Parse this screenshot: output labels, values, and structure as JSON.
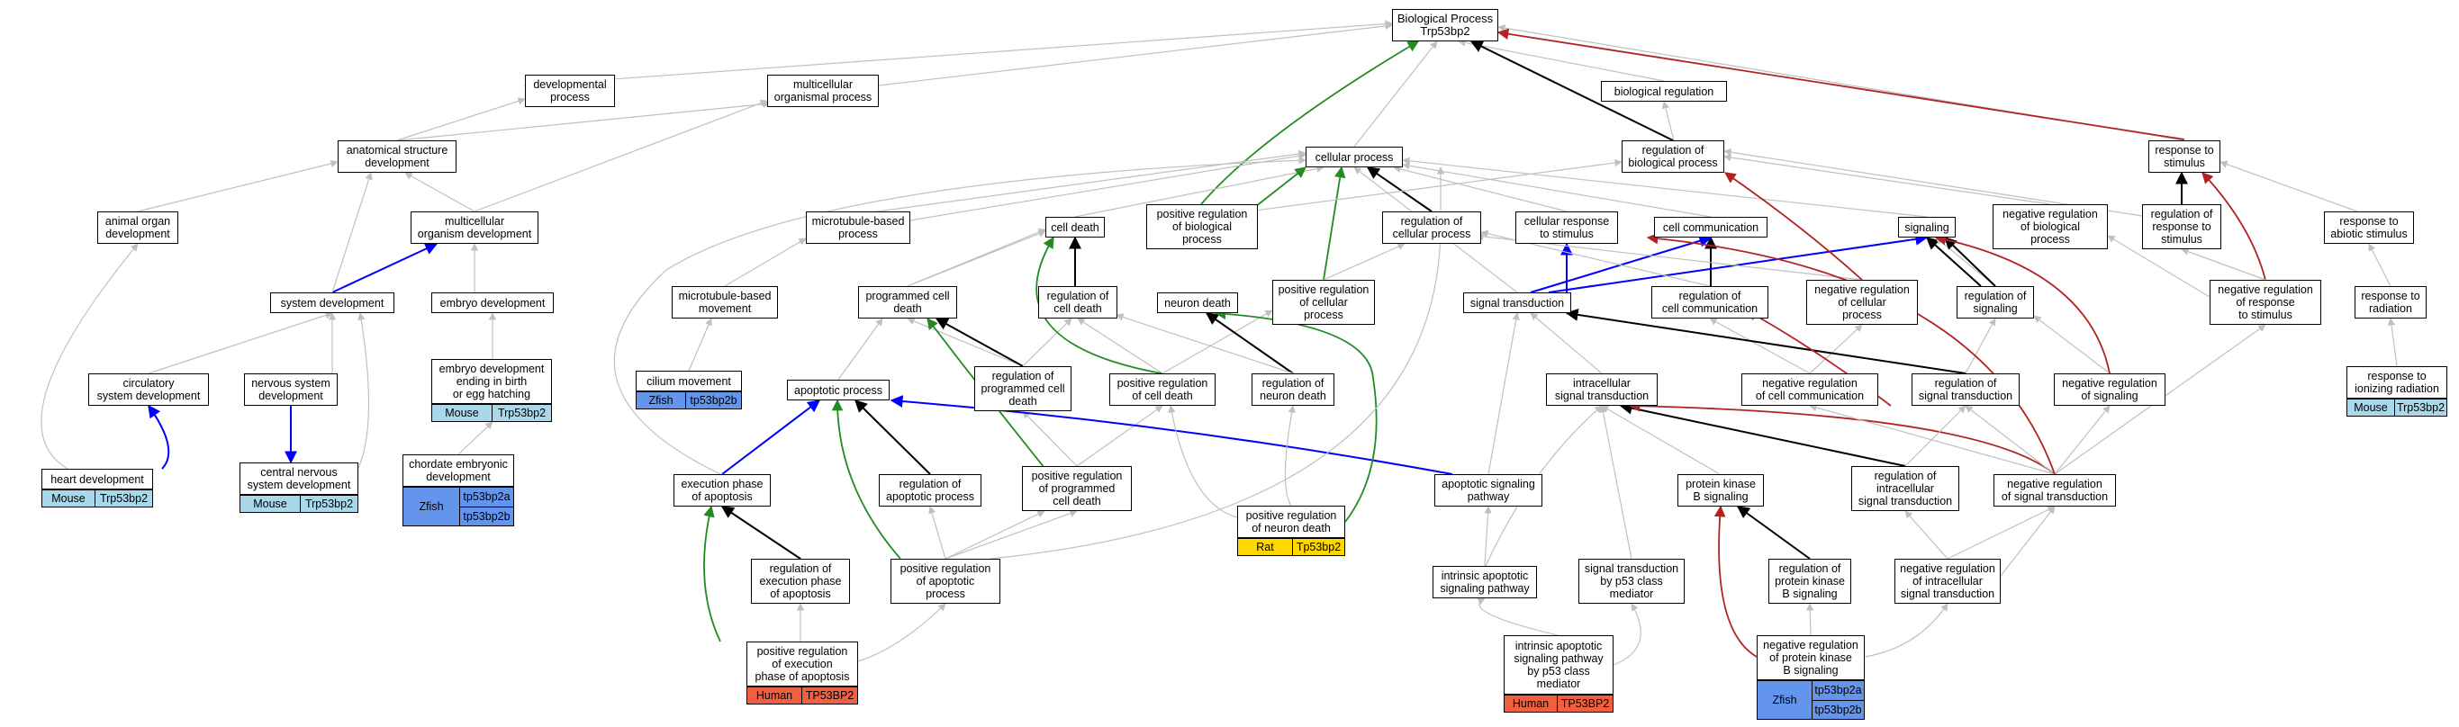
{
  "nodes": {
    "bp": "Biological Process\nTrp53bp2",
    "dev_proc": "developmental\nprocess",
    "multi_org_proc": "multicellular\norganismal process",
    "bio_reg": "biological regulation",
    "anat_dev": "anatomical structure\ndevelopment",
    "cell_proc": "cellular process",
    "reg_bio_proc": "regulation of\nbiological process",
    "resp_stim": "response to\nstimulus",
    "animal_organ": "animal organ\ndevelopment",
    "multi_org_dev": "multicellular\norganism development",
    "microtub_proc": "microtubule-based\nprocess",
    "cell_death": "cell death",
    "pos_reg_bio_proc": "positive regulation\nof biological\nprocess",
    "reg_cell_proc": "regulation of\ncellular process",
    "cell_resp_stim": "cellular response\nto stimulus",
    "cell_comm": "cell communication",
    "signaling": "signaling",
    "neg_reg_bio_proc": "negative regulation\nof biological\nprocess",
    "reg_resp_stim": "regulation of\nresponse to\nstimulus",
    "resp_abiotic": "response to\nabiotic stimulus",
    "sys_dev": "system development",
    "embryo_dev": "embryo development",
    "microtub_move": "microtubule-based\nmovement",
    "prog_cell_death": "programmed cell\ndeath",
    "reg_cell_death": "regulation of\ncell death",
    "neuron_death": "neuron death",
    "pos_reg_cell_proc": "positive regulation\nof cellular\nprocess",
    "sig_trans": "signal transduction",
    "reg_cell_comm": "regulation of\ncell communication",
    "neg_reg_cell_proc": "negative regulation\nof cellular\nprocess",
    "reg_signaling": "regulation of\nsignaling",
    "neg_reg_resp_stim": "negative regulation\nof response\nto stimulus",
    "resp_radiation": "response to\nradiation",
    "circ_sys_dev": "circulatory\nsystem development",
    "nerv_sys_dev": "nervous system\ndevelopment",
    "embryo_birth": "embryo development\nending in birth\nor egg hatching",
    "cilium_move": "cilium movement",
    "apoptotic_proc": "apoptotic process",
    "reg_prog_cell_death": "regulation of\nprogrammed cell\ndeath",
    "pos_reg_cell_death": "positive regulation\nof cell death",
    "reg_neuron_death": "regulation of\nneuron death",
    "intra_sig_trans": "intracellular\nsignal transduction",
    "neg_reg_cell_comm": "negative regulation\nof cell communication",
    "reg_sig_trans": "regulation of\nsignal transduction",
    "neg_reg_signaling": "negative regulation\nof signaling",
    "resp_ion_rad": "response to\nionizing radiation",
    "heart_dev": "heart development",
    "cns_dev": "central nervous\nsystem development",
    "chordate_dev": "chordate embryonic\ndevelopment",
    "exec_apop": "execution phase\nof apoptosis",
    "reg_apop": "regulation of\napoptotic process",
    "pos_reg_prog": "positive regulation\nof programmed\ncell death",
    "pos_reg_neuron_death": "positive regulation\nof neuron death",
    "apop_sig_path": "apoptotic signaling\npathway",
    "pkb_sig": "protein kinase\nB signaling",
    "reg_intra_sig": "regulation of\nintracellular\nsignal transduction",
    "neg_reg_sig_trans": "negative regulation\nof signal transduction",
    "reg_exec_apop": "regulation of\nexecution phase\nof apoptosis",
    "pos_reg_apop": "positive regulation\nof apoptotic\nprocess",
    "intrinsic_apop": "intrinsic apoptotic\nsignaling pathway",
    "sig_trans_p53": "signal transduction\nby p53 class\nmediator",
    "reg_pkb": "regulation of\nprotein kinase\nB signaling",
    "neg_reg_intra": "negative regulation\nof intracellular\nsignal transduction",
    "pos_reg_exec": "positive regulation\nof execution\nphase of apoptosis",
    "intrinsic_p53": "intrinsic apoptotic\nsignaling pathway\nby p53 class\nmediator",
    "neg_reg_pkb": "negative regulation\nof protein kinase\nB signaling"
  },
  "tags": {
    "heart": {
      "species": "Mouse",
      "genes": [
        "Trp53bp2"
      ]
    },
    "cns": {
      "species": "Mouse",
      "genes": [
        "Trp53bp2"
      ]
    },
    "chordate": {
      "species": "Zfish",
      "genes": [
        "tp53bp2a",
        "tp53bp2b"
      ]
    },
    "embryo_birth": {
      "species": "Mouse",
      "genes": [
        "Trp53bp2"
      ]
    },
    "cilium": {
      "species": "Zfish",
      "genes": [
        "tp53bp2b"
      ]
    },
    "neuron": {
      "species": "Rat",
      "genes": [
        "Tp53bp2"
      ]
    },
    "exec": {
      "species": "Human",
      "genes": [
        "TP53BP2"
      ]
    },
    "p53": {
      "species": "Human",
      "genes": [
        "TP53BP2"
      ]
    },
    "pkb": {
      "species": "Zfish",
      "genes": [
        "tp53bp2a",
        "tp53bp2b"
      ]
    },
    "ionizing": {
      "species": "Mouse",
      "genes": [
        "Trp53bp2"
      ]
    }
  },
  "colors": {
    "is_a": "#c0c0c0",
    "part_of": "#000000",
    "regulates": "#0000ff",
    "positively_regulates": "#228b22",
    "negatively_regulates": "#b22222",
    "mouse": "#a8d8ea",
    "zfish": "#6495ed",
    "rat": "#ffd700",
    "human": "#f06040"
  }
}
